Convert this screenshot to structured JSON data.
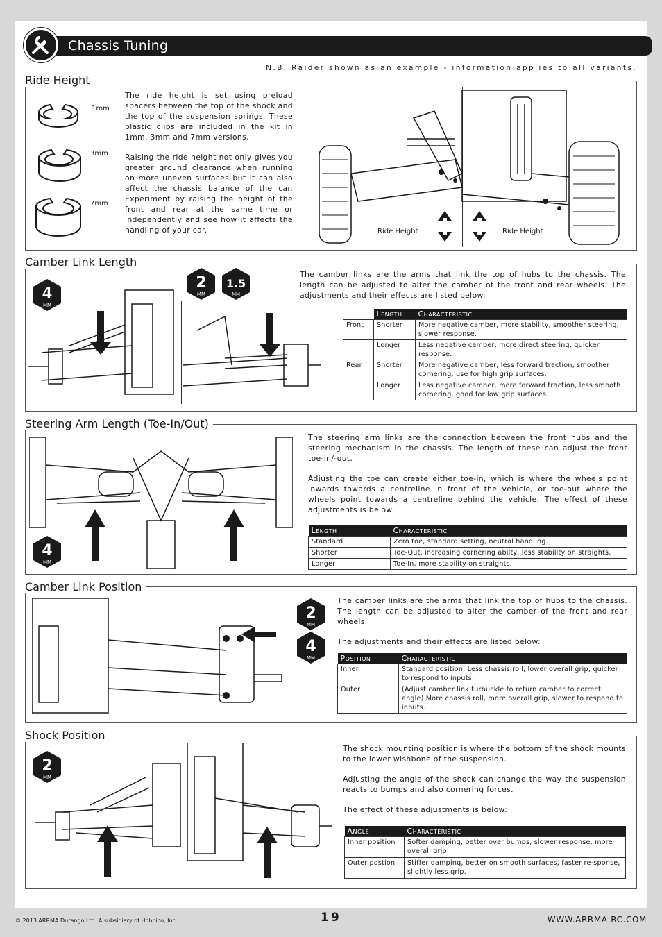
{
  "header": {
    "title": "Chassis Tuning",
    "note": "N.B. Raider shown as an example - information applies to all variants."
  },
  "ride_height": {
    "title": "Ride Height",
    "clip_labels": [
      "1mm",
      "3mm",
      "7mm"
    ],
    "paragraphs": [
      "The ride height is set using preload spacers between the top of the shock and the top of the suspension springs. These plastic clips are included in the kit in 1mm, 3mm and 7mm versions.",
      "Raising the ride height not only gives you greater ground clearance when running on more uneven surfaces but it can also affect the chassis balance of the car. Experiment by raising the height of the front and rear at the same time or independently and see how it affects the handling of your car."
    ],
    "arrow_labels": [
      "Ride Height",
      "Ride Height"
    ]
  },
  "camber_length": {
    "title": "Camber Link Length",
    "badges": [
      {
        "num": "4",
        "unit": "MM"
      },
      {
        "num": "2",
        "unit": "MM"
      },
      {
        "num": "1.5",
        "unit": "MM"
      }
    ],
    "paragraph": "The camber links are the arms that link the top of hubs to the chassis. The length can be adjusted to alter the camber of the front and rear wheels. The adjustments and their effects are listed below:",
    "table": {
      "headers": [
        "",
        "Length",
        "Characteristic"
      ],
      "rows": [
        [
          "Front",
          "Shorter",
          "More negative camber, more stability, smoother steering, slower response."
        ],
        [
          "",
          "Longer",
          "Less negative camber, more direct steering, quicker response."
        ],
        [
          "Rear",
          "Shorter",
          "More negative camber, less forward traction, smoother cornering, use for high grip surfaces."
        ],
        [
          "",
          "Longer",
          "Less negative camber, more forward traction, less smooth cornering, good for low grip surfaces."
        ]
      ]
    }
  },
  "steering": {
    "title": "Steering Arm Length (Toe-In/Out)",
    "badges": [
      {
        "num": "4",
        "unit": "MM"
      }
    ],
    "paragraphs": [
      "The steering arm links are the connection between the front hubs and the steering mechanism in the chassis. The length of these can adjust the front toe-in/-out.",
      "Adjusting the toe can create either toe-in, which is where the wheels point inwards towards a centreline in front of the vehicle, or toe-out where the wheels point towards a centreline behind the vehicle. The effect of these adjustments is below:"
    ],
    "table": {
      "headers": [
        "Length",
        "Characteristic"
      ],
      "rows": [
        [
          "Standard",
          "Zero toe, standard setting, neutral handling."
        ],
        [
          "Shorter",
          "Toe-Out, increasing cornering abilty, less stability on straights."
        ],
        [
          "Longer",
          "Toe-In, more stability on straights."
        ]
      ]
    }
  },
  "camber_position": {
    "title": "Camber Link Position",
    "badges": [
      {
        "num": "2",
        "unit": "MM"
      },
      {
        "num": "4",
        "unit": "MM"
      }
    ],
    "paragraphs": [
      "The camber links are the arms that link the top of hubs to the chassis. The length can be adjusted to alter the camber of the front and rear wheels.",
      "The adjustments and their effects are listed below:"
    ],
    "table": {
      "headers": [
        "Position",
        "Characteristic"
      ],
      "rows": [
        [
          "Inner",
          "Standard position, Less chassis roll, lower overall grip, quicker to respond to inputs."
        ],
        [
          "Outer",
          "(Adjust camber link turbuckle to return camber to correct angle) More chassis roll, more overall grip, slower to respond to inputs."
        ]
      ]
    }
  },
  "shock": {
    "title": "Shock Position",
    "badges": [
      {
        "num": "2",
        "unit": "MM"
      }
    ],
    "paragraphs": [
      "The shock mounting position is where the bottom of the shock mounts to the lower wishbone of the suspension.",
      "Adjusting the angle of the shock can change the way the suspension reacts to bumps and also cornering forces.",
      "The effect of these adjustments is below:"
    ],
    "table": {
      "headers": [
        "Angle",
        "Characteristic"
      ],
      "rows": [
        [
          "Inner position",
          "Softer damping, better over bumps, slower response, more overall grip."
        ],
        [
          "Outer postion",
          "Stiffer damping, better on smooth surfaces, faster re-sponse, slightly less grip."
        ]
      ]
    }
  },
  "footer": {
    "copyright": "© 2013 ARRMA Durango Ltd. A subsidiary of Hobbico, Inc.",
    "page": "19",
    "url": "WWW.ARRMA-RC.COM"
  }
}
